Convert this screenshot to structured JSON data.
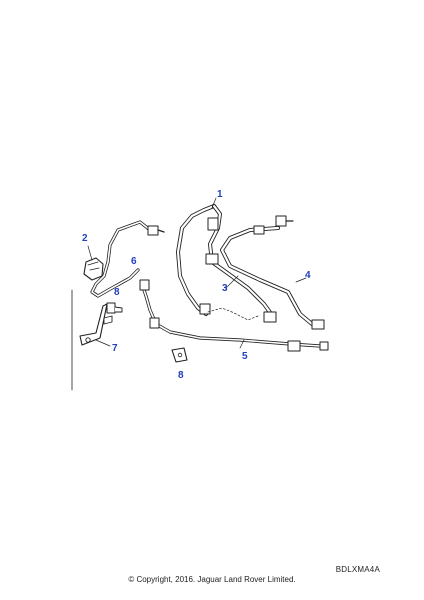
{
  "callouts": {
    "c1": "1",
    "c2": "2",
    "c3": "3",
    "c4": "4",
    "c5": "5",
    "c6": "6",
    "c7": "7",
    "c8a": "8",
    "c8b": "8"
  },
  "footer": {
    "code": "BDLXMA4A",
    "copyright": "© Copyright, 2016. Jaguar Land Rover Limited."
  },
  "colors": {
    "callout": "#1f3fbf",
    "line": "#222222"
  }
}
